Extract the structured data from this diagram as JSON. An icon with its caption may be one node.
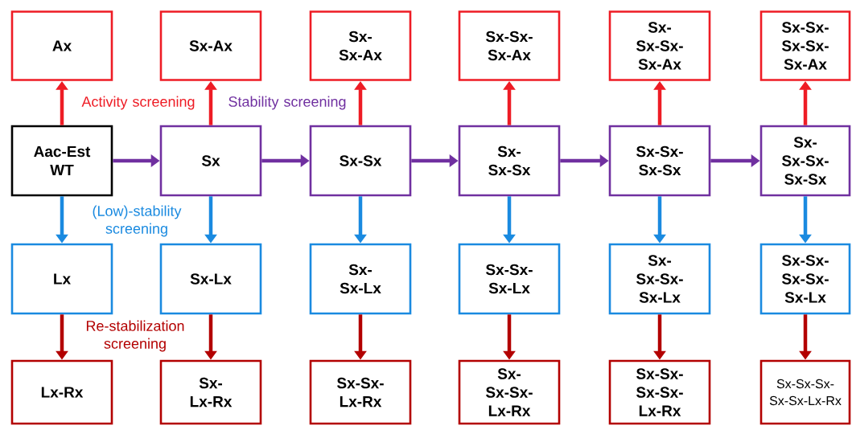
{
  "diagram": {
    "nodes": [
      {
        "text": [
          "Ax"
        ]
      },
      {
        "text": [
          "Sx-Ax"
        ]
      },
      {
        "text": [
          "Sx-Sx-Ax"
        ]
      },
      {
        "text": [
          "Sx-Sx-Sx-Ax"
        ]
      },
      {
        "text": [
          "Sx-Sx-Sx-Sx-Ax"
        ]
      },
      {
        "text": [
          "Sx-Sx-Sx-Sx-Sx-Ax"
        ]
      },
      {
        "text": [
          "Aac-Est WT"
        ]
      },
      {
        "text": [
          "Sx"
        ]
      },
      {
        "text": [
          "Sx-Sx"
        ]
      },
      {
        "text": [
          "Sx-Sx-Sx"
        ]
      },
      {
        "text": [
          "Sx-Sx-Sx-Sx"
        ]
      },
      {
        "text": [
          "Sx-Sx-Sx-Sx-Sx"
        ]
      },
      {
        "text": [
          "Lx"
        ]
      },
      {
        "text": [
          "Sx-Lx"
        ]
      },
      {
        "text": [
          "Sx-Sx-Lx"
        ]
      },
      {
        "text": [
          "Sx-Sx-Sx-Lx"
        ]
      },
      {
        "text": [
          "Sx-Sx-Sx-Sx-Lx"
        ]
      },
      {
        "text": [
          "Sx-Sx-Sx-Sx-Sx-Lx"
        ]
      },
      {
        "text": [
          "Lx-Rx"
        ]
      },
      {
        "text": [
          "Sx-Lx-Rx"
        ]
      },
      {
        "text": [
          "Sx-Sx-Lx-Rx"
        ]
      },
      {
        "text": [
          "Sx-Sx-Sx-Lx-Rx"
        ]
      },
      {
        "text": [
          "Sx-Sx-Sx-Sx-Lx-Rx"
        ]
      },
      {
        "text": [
          "Sx-Sx-Sx-Sx-Sx-Lx-Rx"
        ]
      }
    ],
    "edges": [
      {
        "from": 6,
        "to": 0,
        "arrow": "to",
        "color": "#ee1c25"
      },
      {
        "from": 7,
        "to": 1,
        "arrow": "to",
        "color": "#ee1c25"
      },
      {
        "from": 8,
        "to": 2,
        "arrow": "to",
        "color": "#ee1c25"
      },
      {
        "from": 9,
        "to": 3,
        "arrow": "to",
        "color": "#ee1c25"
      },
      {
        "from": 10,
        "to": 4,
        "arrow": "to",
        "color": "#ee1c25"
      },
      {
        "from": 11,
        "to": 5,
        "arrow": "to",
        "color": "#ee1c25"
      },
      {
        "from": 6,
        "to": 7,
        "arrow": "to",
        "color": "#7030a0"
      },
      {
        "from": 7,
        "to": 8,
        "arrow": "to",
        "color": "#7030a0"
      },
      {
        "from": 8,
        "to": 9,
        "arrow": "to",
        "color": "#7030a0"
      },
      {
        "from": 9,
        "to": 10,
        "arrow": "to",
        "color": "#7030a0"
      },
      {
        "from": 10,
        "to": 11,
        "arrow": "to",
        "color": "#7030a0"
      },
      {
        "from": 6,
        "to": 12,
        "arrow": "to",
        "color": "#1a8ae0"
      },
      {
        "from": 7,
        "to": 13,
        "arrow": "to",
        "color": "#1a8ae0"
      },
      {
        "from": 8,
        "to": 14,
        "arrow": "to",
        "color": "#1a8ae0"
      },
      {
        "from": 9,
        "to": 15,
        "arrow": "to",
        "color": "#1a8ae0"
      },
      {
        "from": 10,
        "to": 16,
        "arrow": "to",
        "color": "#1a8ae0"
      },
      {
        "from": 11,
        "to": 17,
        "arrow": "to",
        "color": "#1a8ae0"
      },
      {
        "from": 12,
        "to": 18,
        "arrow": "to",
        "color": "#b30000"
      },
      {
        "from": 13,
        "to": 19,
        "arrow": "to",
        "color": "#b30000"
      },
      {
        "from": 14,
        "to": 20,
        "arrow": "to",
        "color": "#b30000"
      },
      {
        "from": 15,
        "to": 21,
        "arrow": "to",
        "color": "#b30000"
      },
      {
        "from": 16,
        "to": 22,
        "arrow": "to",
        "color": "#b30000"
      },
      {
        "from": 17,
        "to": 23,
        "arrow": "to",
        "color": "#b30000"
      }
    ],
    "labels": [
      "Activity screening",
      "Stability screening",
      "(Low)-stability screening",
      "Re-stabilization screening"
    ]
  }
}
